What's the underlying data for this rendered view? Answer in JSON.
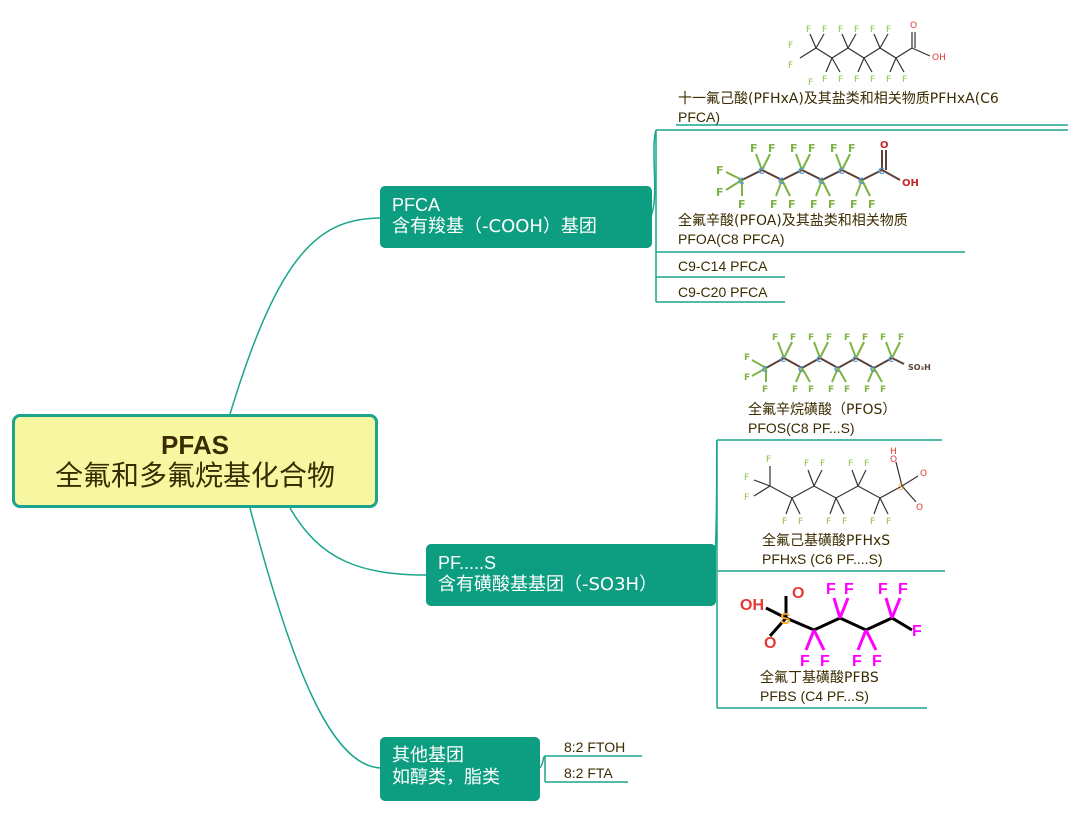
{
  "root": {
    "title": "PFAS",
    "subtitle": "全氟和多氟烷基化合物"
  },
  "branches": [
    {
      "line1": "PFCA",
      "line2": "含有羧基（-COOH）基团",
      "children": [
        {
          "line1": "十一氟己酸(PFHxA)及其盐类和相关物质PFHxA(C6",
          "line2": "PFCA)"
        },
        {
          "line1": "全氟辛酸(PFOA)及其盐类和相关物质",
          "line2": "PFOA(C8 PFCA)"
        },
        {
          "line1": "C9-C14 PFCA"
        },
        {
          "line1": "C9-C20 PFCA"
        }
      ]
    },
    {
      "line1": "PF.....S",
      "line2": "含有磺酸基基团（-SO3H）",
      "children": [
        {
          "line1": "全氟辛烷磺酸（PFOS）",
          "line2": "PFOS(C8 PF...S)"
        },
        {
          "line1": "全氟己基磺酸PFHxS",
          "line2": "PFHxS (C6 PF....S)"
        },
        {
          "line1": "全氟丁基磺酸PFBS",
          "line2": "PFBS (C4 PF...S)"
        }
      ]
    },
    {
      "line1": "其他基团",
      "line2": "如醇类，脂类",
      "children": [
        {
          "line1": "8:2 FTOH"
        },
        {
          "line1": "8:2 FTA"
        }
      ]
    }
  ],
  "chem": {
    "F": "F",
    "C": "C",
    "O": "O",
    "OH": "OH",
    "H": "H",
    "S": "S",
    "SO3H": "SO₃H"
  },
  "colors": {
    "connector": "#1aa58c",
    "branch_fill": "#0d9e81",
    "root_fill": "#f7f7a1",
    "fluorine": "#8bc34a",
    "oxygen": "#e53935",
    "fluorine_bold": "#ff00ff"
  }
}
